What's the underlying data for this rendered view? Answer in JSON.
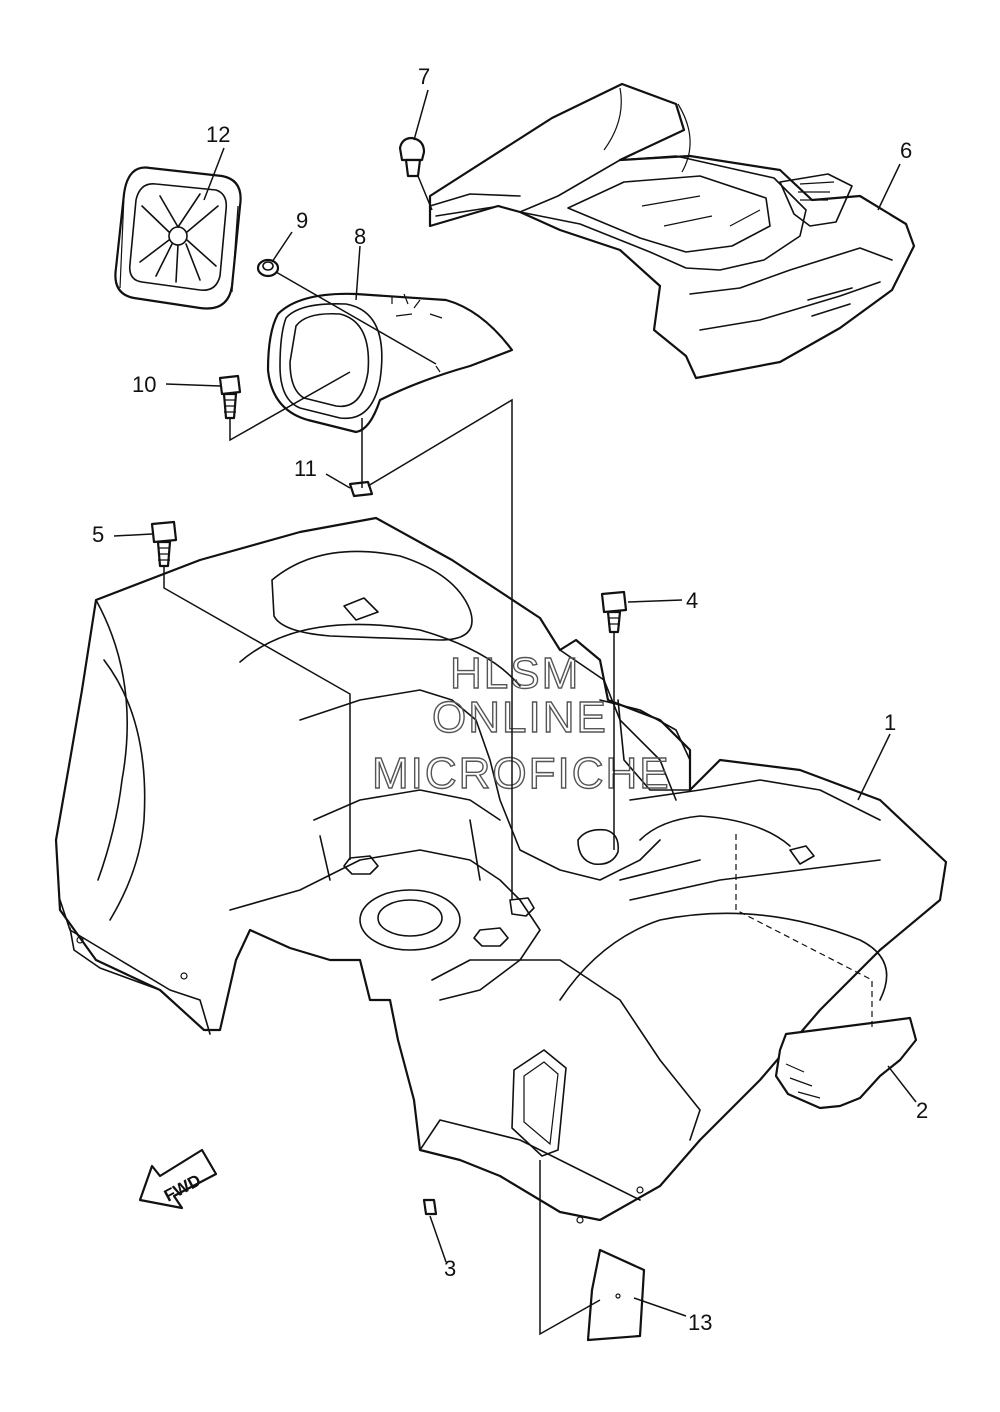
{
  "diagram": {
    "callouts": [
      {
        "id": "1",
        "label": "1"
      },
      {
        "id": "2",
        "label": "2"
      },
      {
        "id": "3",
        "label": "3"
      },
      {
        "id": "4",
        "label": "4"
      },
      {
        "id": "5",
        "label": "5"
      },
      {
        "id": "6",
        "label": "6"
      },
      {
        "id": "7",
        "label": "7"
      },
      {
        "id": "8",
        "label": "8"
      },
      {
        "id": "9",
        "label": "9"
      },
      {
        "id": "10",
        "label": "10"
      },
      {
        "id": "11",
        "label": "11"
      },
      {
        "id": "12",
        "label": "12"
      },
      {
        "id": "13",
        "label": "13"
      }
    ],
    "direction_marker": "FWD",
    "watermark": {
      "line1": "HLSM",
      "line2": "ONLINE",
      "line3": "MICROFICHE"
    }
  }
}
